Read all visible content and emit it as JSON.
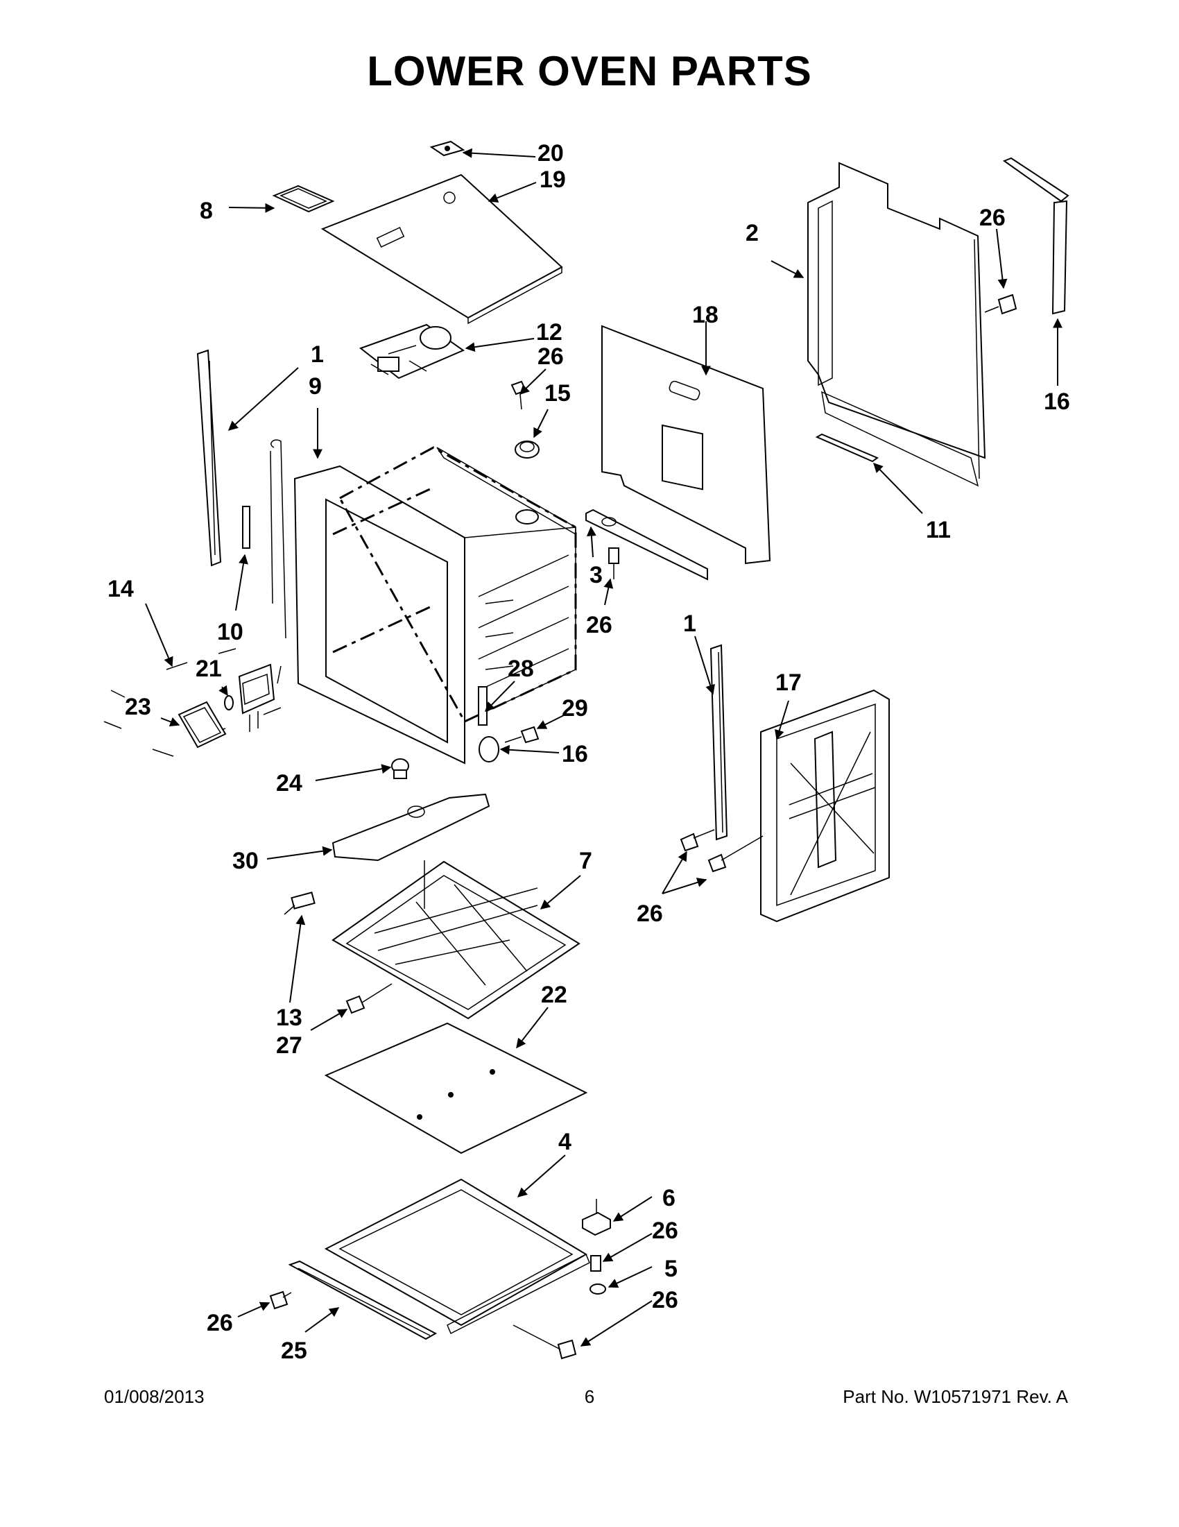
{
  "title": "LOWER OVEN PARTS",
  "footer": {
    "date": "01/008/2013",
    "page": "6",
    "part_number": "Part No.  W10571971  Rev.  A"
  },
  "callouts": [
    {
      "id": "c20a",
      "label": "20"
    },
    {
      "id": "c19",
      "label": "19"
    },
    {
      "id": "c8",
      "label": "8"
    },
    {
      "id": "c26a",
      "label": "26"
    },
    {
      "id": "c2",
      "label": "2"
    },
    {
      "id": "c18",
      "label": "18"
    },
    {
      "id": "c16a",
      "label": "16"
    },
    {
      "id": "c12",
      "label": "12"
    },
    {
      "id": "c26b",
      "label": "26"
    },
    {
      "id": "c15",
      "label": "15"
    },
    {
      "id": "c1a",
      "label": "1"
    },
    {
      "id": "c9",
      "label": "9"
    },
    {
      "id": "c11",
      "label": "11"
    },
    {
      "id": "c3",
      "label": "3"
    },
    {
      "id": "c26c",
      "label": "26"
    },
    {
      "id": "c14",
      "label": "14"
    },
    {
      "id": "c10",
      "label": "10"
    },
    {
      "id": "c1b",
      "label": "1"
    },
    {
      "id": "c21",
      "label": "21"
    },
    {
      "id": "c28",
      "label": "28"
    },
    {
      "id": "c17",
      "label": "17"
    },
    {
      "id": "c23",
      "label": "23"
    },
    {
      "id": "c29",
      "label": "29"
    },
    {
      "id": "c16b",
      "label": "16"
    },
    {
      "id": "c24",
      "label": "24"
    },
    {
      "id": "c30",
      "label": "30"
    },
    {
      "id": "c7",
      "label": "7"
    },
    {
      "id": "c26d",
      "label": "26"
    },
    {
      "id": "c13",
      "label": "13"
    },
    {
      "id": "c27",
      "label": "27"
    },
    {
      "id": "c22",
      "label": "22"
    },
    {
      "id": "c4",
      "label": "4"
    },
    {
      "id": "c6",
      "label": "6"
    },
    {
      "id": "c26e",
      "label": "26"
    },
    {
      "id": "c5",
      "label": "5"
    },
    {
      "id": "c26f",
      "label": "26"
    },
    {
      "id": "c26g",
      "label": "26"
    },
    {
      "id": "c25",
      "label": "25"
    }
  ]
}
